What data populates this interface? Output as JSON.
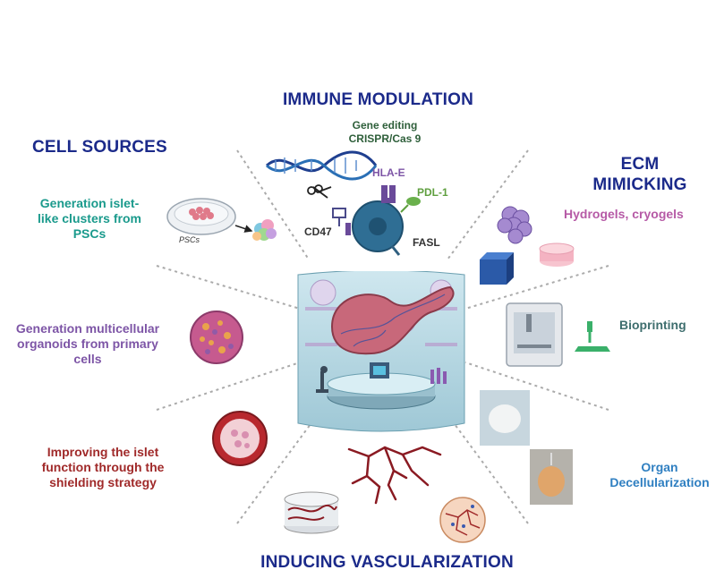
{
  "headings": {
    "immune_modulation": "IMMUNE MODULATION",
    "cell_sources": "CELL SOURCES",
    "ecm_mimicking_line1": "ECM",
    "ecm_mimicking_line2": "MIMICKING",
    "inducing_vascularization": "INDUCING VASCULARIZATION"
  },
  "immune": {
    "gene_editing_line1": "Gene editing",
    "gene_editing_line2": "CRISPR/Cas 9",
    "hla_e": "HLA-E",
    "pdl_1": "PDL-1",
    "cd47": "CD47",
    "fasl": "FASL"
  },
  "cell_sources": {
    "generation_islet": [
      "Generation islet-",
      "like clusters from",
      "PSCs"
    ],
    "pscs_dish_label": "PSCs",
    "multicellular": [
      "Generation multicellular",
      "organoids from primary",
      "cells"
    ],
    "shielding": [
      "Improving the islet",
      "function through the",
      "shielding strategy"
    ]
  },
  "ecm": {
    "hydrogels": "Hydrogels, cryogels",
    "bioprinting": "Bioprinting",
    "organ_decell_line1": "Organ",
    "organ_decell_line2": "Decellularization"
  },
  "colors": {
    "heading": "#1b2a8a",
    "teal": "#1a9a8c",
    "purple": "#7d55a6",
    "darkred": "#a02a2a",
    "blue": "#2f7fc1",
    "green": "#2e5f3a",
    "pink": "#b65aa6",
    "divider": "#aaaaaa"
  }
}
